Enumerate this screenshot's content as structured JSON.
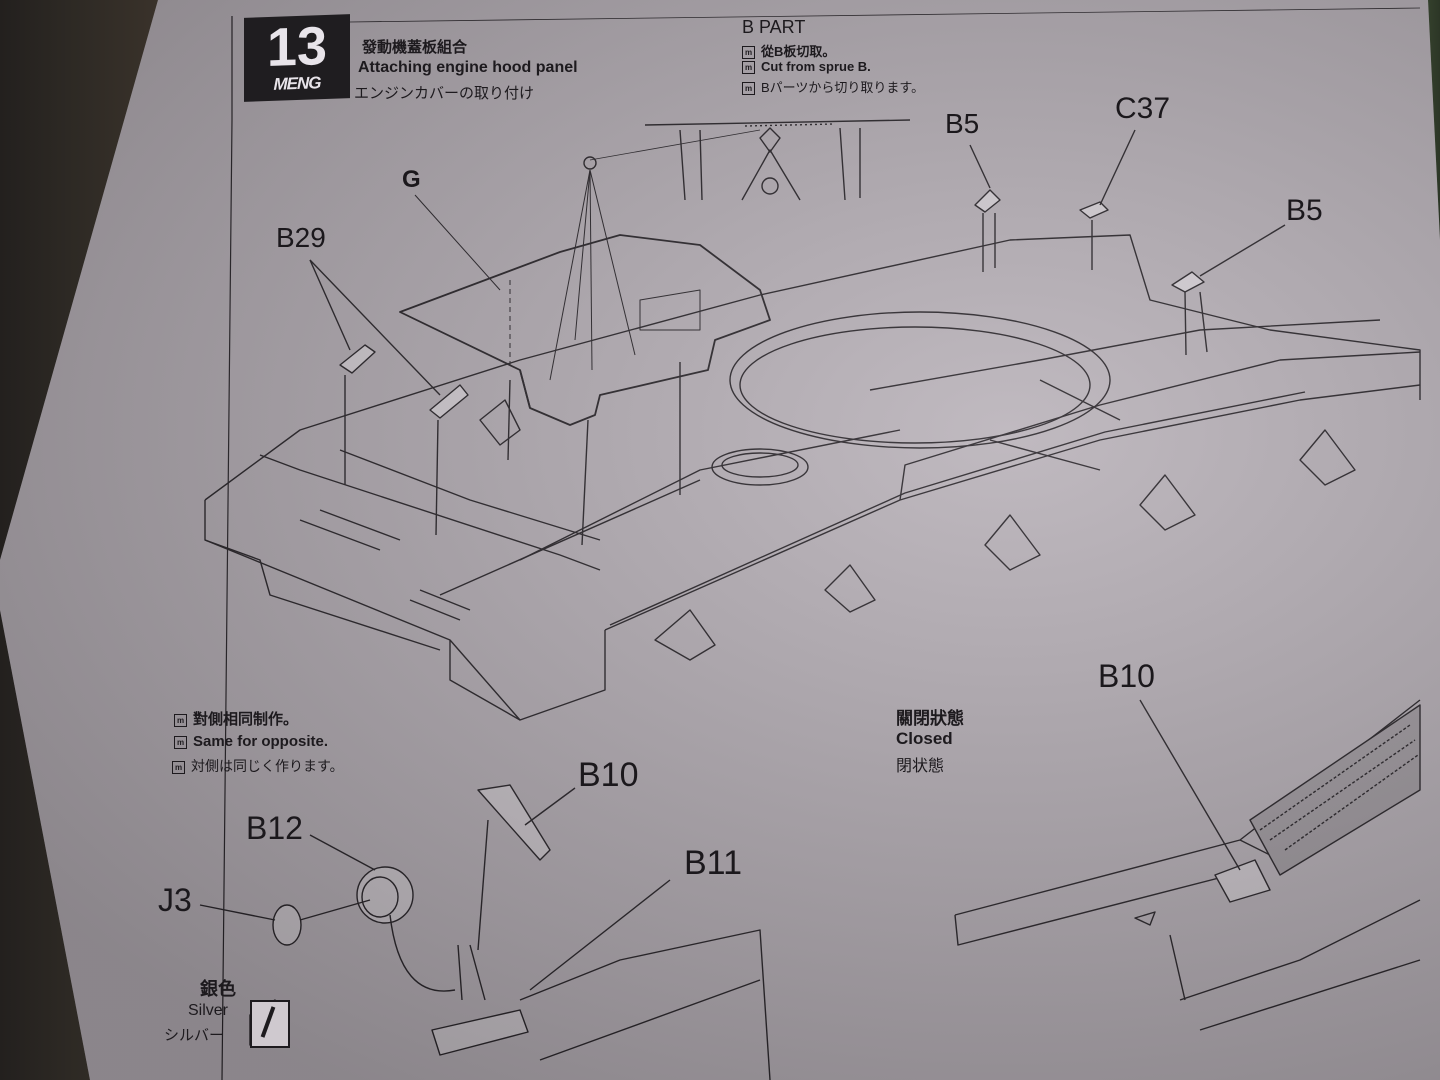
{
  "step": {
    "number": "13",
    "brand": "MENG",
    "title_cn": "發動機蓋板組合",
    "title_en": "Attaching engine hood panel",
    "title_jp": "エンジンカバーの取り付け"
  },
  "sprue_note": {
    "heading": "B PART",
    "lines": [
      "從B板切取。",
      "Cut from sprue B.",
      "Bパーツから切り取ります。"
    ]
  },
  "part_labels": {
    "g": "G",
    "b29": "B29",
    "b5_left": "B5",
    "c37": "C37",
    "b5_right": "B5",
    "b10_closed": "B10",
    "b10_detail": "B10",
    "b11": "B11",
    "b12": "B12",
    "j3": "J3"
  },
  "opposite_note": {
    "lines": [
      "對側相同制作。",
      "Same for opposite.",
      "対側は同じく作ります。"
    ]
  },
  "closed_note": {
    "lines": [
      "關閉狀態",
      "Closed",
      "閉状態"
    ]
  },
  "paint_note": {
    "lines": [
      "銀色",
      "Silver",
      "シルバー"
    ]
  },
  "icons": {
    "note": "instruction-note-icon",
    "paint": "paintbrush-icon"
  }
}
